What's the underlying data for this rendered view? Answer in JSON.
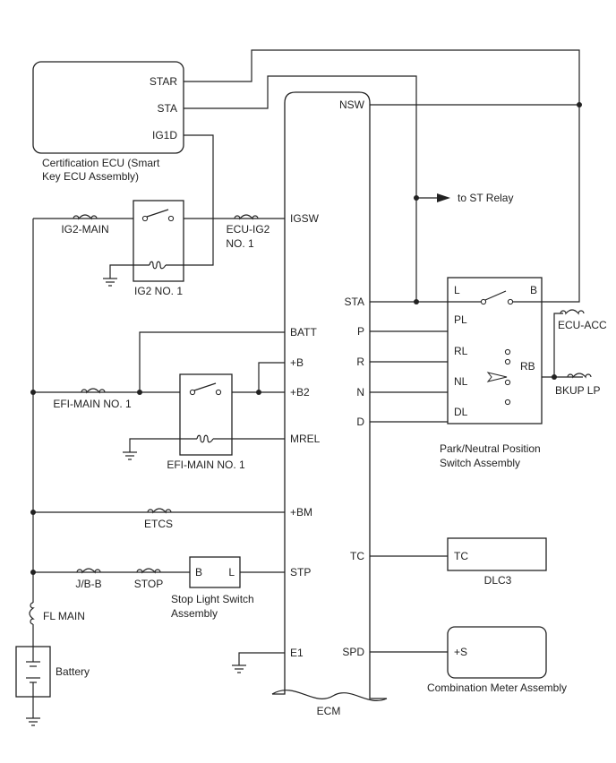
{
  "components": {
    "cert_ecu": {
      "name": "Certification ECU (Smart",
      "name2": "Key ECU Assembly)",
      "pins": [
        "STAR",
        "STA",
        "IG1D"
      ]
    },
    "ecm": {
      "name": "ECM",
      "left_pins": [
        "IGSW",
        "BATT",
        "+B",
        "+B2",
        "MREL",
        "+BM",
        "STP",
        "E1"
      ],
      "right_pins": [
        "NSW",
        "STA",
        "P",
        "R",
        "N",
        "D",
        "TC",
        "SPD"
      ]
    },
    "ig2_relay": {
      "name": "IG2 NO. 1"
    },
    "efi_relay": {
      "name": "EFI-MAIN NO. 1"
    },
    "pnp_switch": {
      "name": "Park/Neutral Position",
      "name2": "Switch Assembly",
      "pins": [
        "L",
        "B",
        "PL",
        "RL",
        "NL",
        "RB",
        "DL"
      ]
    },
    "stop_switch": {
      "name": "Stop Light Switch",
      "name2": "Assembly",
      "pins": [
        "B",
        "L"
      ]
    },
    "dlc3": {
      "name": "DLC3",
      "pin": "TC"
    },
    "combination_meter": {
      "name": "Combination Meter Assembly",
      "pin": "+S"
    },
    "battery": {
      "name": "Battery"
    }
  },
  "fuses": {
    "ig2_main": "IG2-MAIN",
    "ecu_ig2": "ECU-IG2",
    "ecu_ig2_2": "NO. 1",
    "efi_main": "EFI-MAIN NO. 1",
    "etcs": "ETCS",
    "jb_b": "J/B-B",
    "stop": "STOP",
    "fl_main": "FL MAIN",
    "ecu_acc": "ECU-ACC",
    "bkup_lp": "BKUP LP"
  },
  "annotations": {
    "st_relay": "to ST Relay"
  }
}
